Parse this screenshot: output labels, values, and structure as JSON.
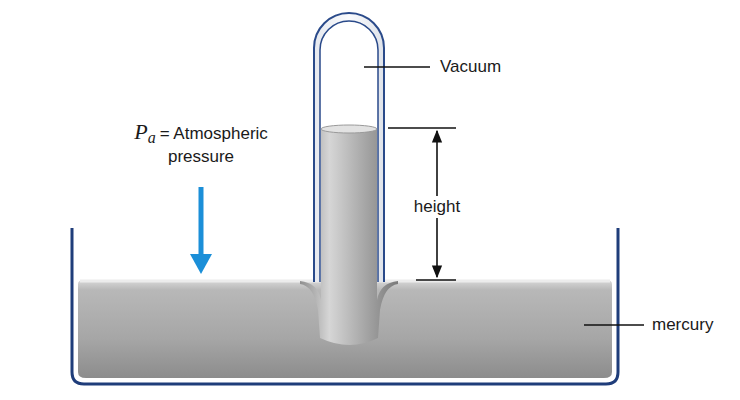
{
  "diagram": {
    "labels": [
      "P",
      "a",
      "= Atmospheric pressure",
      "Vacuum",
      "height",
      "mercury"
    ]
  }
}
